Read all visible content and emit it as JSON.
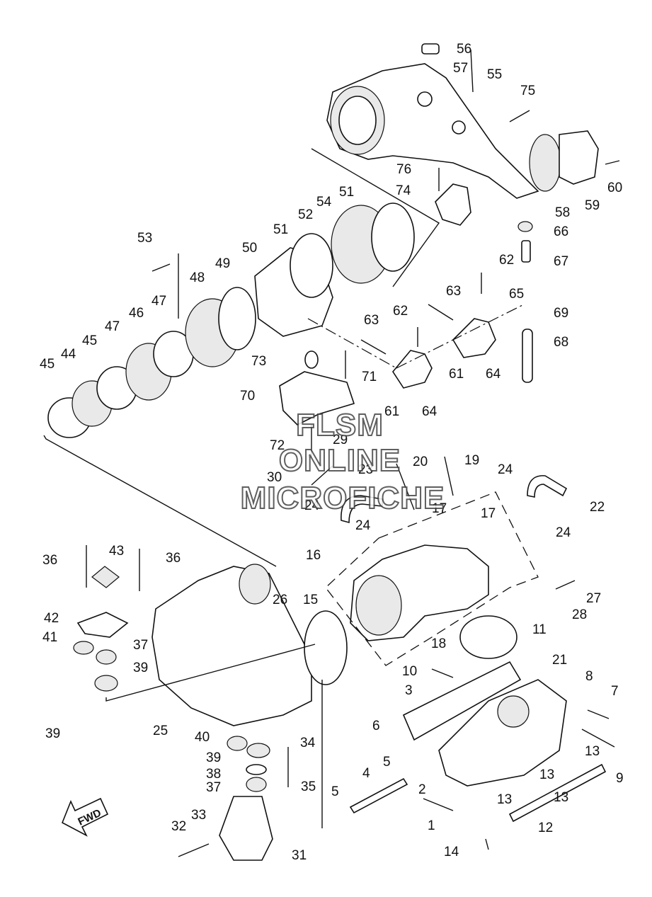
{
  "watermark": {
    "line1": "FLSM",
    "line2": "ONLINE",
    "line3": "MICROFICHE"
  },
  "fwd_label": "FWD",
  "part_numbers": [
    "1",
    "2",
    "3",
    "4",
    "5",
    "5",
    "6",
    "7",
    "8",
    "9",
    "10",
    "11",
    "12",
    "13",
    "13",
    "13",
    "13",
    "14",
    "15",
    "16",
    "17",
    "17",
    "18",
    "19",
    "20",
    "21",
    "22",
    "23",
    "24",
    "24",
    "24",
    "24",
    "25",
    "26",
    "27",
    "28",
    "29",
    "30",
    "31",
    "32",
    "33",
    "34",
    "35",
    "36",
    "36",
    "37",
    "37",
    "38",
    "39",
    "39",
    "39",
    "40",
    "41",
    "42",
    "43",
    "44",
    "45",
    "45",
    "46",
    "47",
    "47",
    "48",
    "49",
    "50",
    "51",
    "51",
    "52",
    "53",
    "54",
    "55",
    "56",
    "57",
    "58",
    "59",
    "60",
    "61",
    "61",
    "62",
    "62",
    "63",
    "63",
    "64",
    "64",
    "65",
    "66",
    "67",
    "68",
    "69",
    "70",
    "71",
    "72",
    "73",
    "74",
    "75",
    "76"
  ]
}
